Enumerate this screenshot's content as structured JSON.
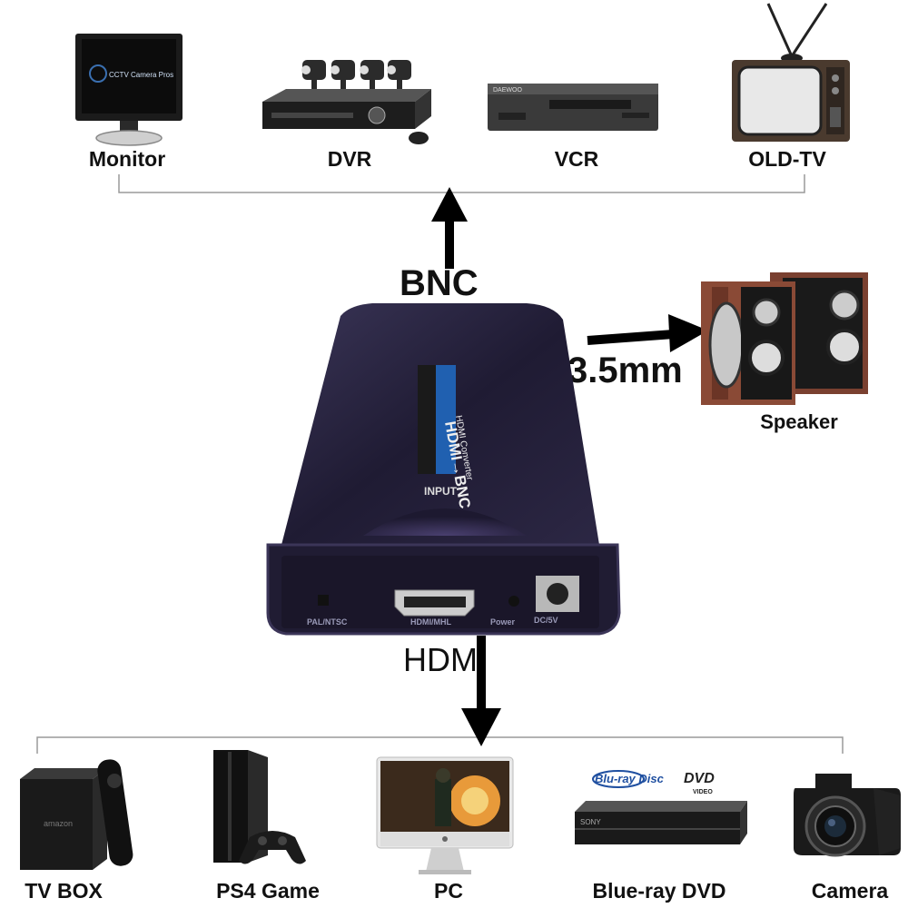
{
  "top_devices": [
    {
      "label": "Monitor",
      "screen_text": "CCTV Camera Pros"
    },
    {
      "label": "DVR"
    },
    {
      "label": "VCR",
      "brand_text": "DAEWOO"
    },
    {
      "label": "OLD-TV"
    }
  ],
  "bottom_devices": [
    {
      "label": "TV BOX",
      "brand_text": "amazon"
    },
    {
      "label": "PS4 Game"
    },
    {
      "label": "PC"
    },
    {
      "label": "Blue-ray DVD",
      "logo_bluray": "Blu-ray Disc",
      "logo_dvd": "DVD",
      "logo_dvd_sub": "VIDEO",
      "player_brand": "SONY"
    },
    {
      "label": "Camera"
    }
  ],
  "speaker": {
    "label": "Speaker"
  },
  "connectors": {
    "bnc_label": "BNC",
    "audio_label": "3.5mm",
    "hdmi_label": "HDM"
  },
  "converter": {
    "title": "HDMI→BNC",
    "subtitle": "HDMI Converter",
    "input_label": "INPUT",
    "port_pal": "PAL/NTSC",
    "port_hdmi": "HDMI/MHL",
    "port_power": "Power",
    "port_dc": "DC/5V"
  },
  "colors": {
    "body": "#2a2540",
    "arrow": "#000000",
    "bracket": "#999999",
    "badge": "#1f5fa8"
  }
}
